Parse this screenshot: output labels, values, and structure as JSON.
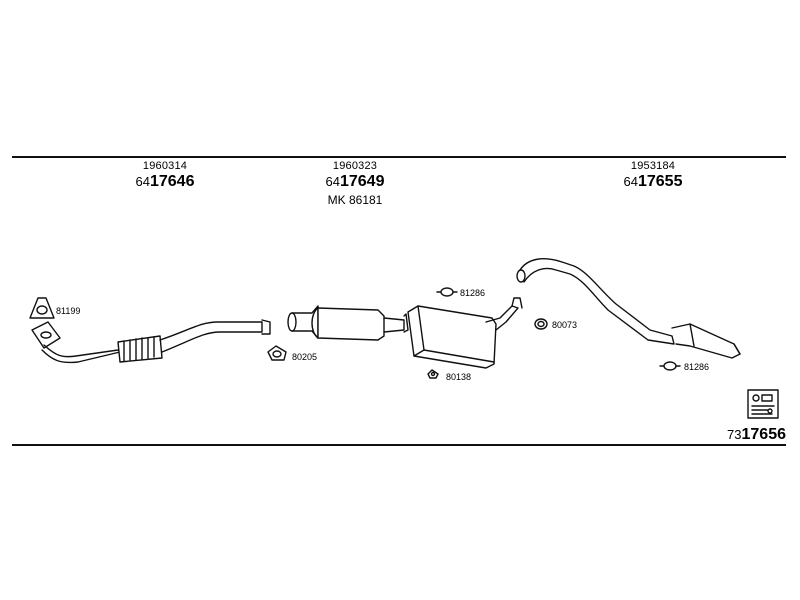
{
  "parts": [
    {
      "oe": "1960314",
      "prefix": "64",
      "number": "17646",
      "mk": ""
    },
    {
      "oe": "1960323",
      "prefix": "64",
      "number": "17649",
      "mk": "MK 86181"
    },
    {
      "oe": "1953184",
      "prefix": "64",
      "number": "17655",
      "mk": ""
    }
  ],
  "refs": {
    "r81199": "81199",
    "r80205": "80205",
    "r81286_top": "81286",
    "r80138": "80138",
    "r80073": "80073",
    "r81286_right": "81286"
  },
  "set_number": {
    "prefix": "73",
    "number": "17656"
  }
}
